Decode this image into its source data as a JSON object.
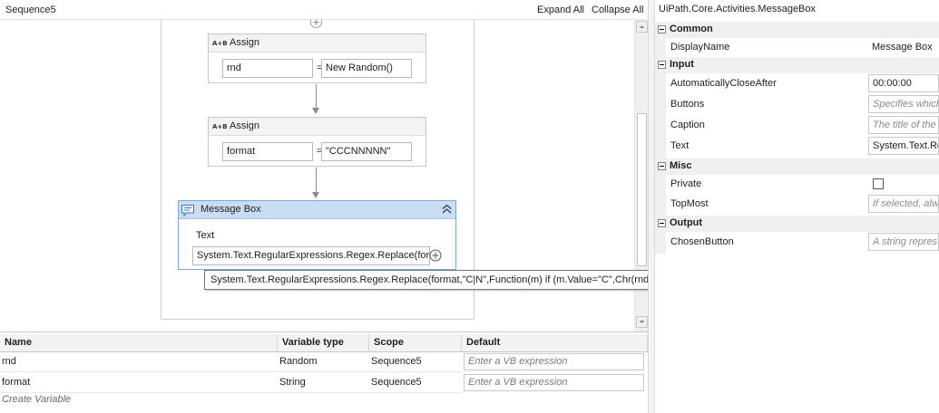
{
  "designer": {
    "title": "Sequence5",
    "expand_all": "Expand All",
    "collapse_all": "Collapse All"
  },
  "assign1": {
    "icon_text": "A+B",
    "title": "Assign",
    "to": "rnd",
    "eq": "=",
    "value": "New Random()"
  },
  "assign2": {
    "icon_text": "A+B",
    "title": "Assign",
    "to": "format",
    "eq": "=",
    "value": "\"CCCNNNNN\""
  },
  "message_box": {
    "title": "Message Box",
    "text_label": "Text",
    "text_value": "System.Text.RegularExpressions.Regex.Replace(format,\"C|N\",Function(m) if (m.Value=\"C\",Chr(rnd.Next(65,90)).ToString ,if(m.Value=\"N\",Chr(rnd.Next(48,57)),\"-\")))"
  },
  "tooltip": "System.Text.RegularExpressions.Regex.Replace(format,\"C|N\",Function(m) if (m.Value=\"C\",Chr(rnd.Next(65,90)).ToString ,if(m.Value=\"N\",Chr(rnd.Next(48,57)),\"-\")))",
  "variables": {
    "headers": [
      "Name",
      "Variable type",
      "Scope",
      "Default"
    ],
    "rows": [
      {
        "name": "rnd",
        "type": "Random",
        "scope": "Sequence5",
        "default_placeholder": "Enter a VB expression"
      },
      {
        "name": "format",
        "type": "String",
        "scope": "Sequence5",
        "default_placeholder": "Enter a VB expression"
      }
    ],
    "create_variable": "Create Variable"
  },
  "properties": {
    "title": "UiPath.Core.Activities.MessageBox",
    "categories": {
      "common": "Common",
      "input": "Input",
      "misc": "Misc",
      "output": "Output"
    },
    "display_name": {
      "label": "DisplayName",
      "value": "Message Box"
    },
    "auto_close": {
      "label": "AutomaticallyCloseAfter",
      "value": "00:00:00"
    },
    "buttons": {
      "label": "Buttons",
      "placeholder": "Specifies which"
    },
    "caption": {
      "label": "Caption",
      "placeholder": "The title of the"
    },
    "text": {
      "label": "Text",
      "value": "System.Text.Re"
    },
    "private": {
      "label": "Private",
      "checked": false
    },
    "topmost": {
      "label": "TopMost",
      "placeholder": "If selected, alw"
    },
    "chosen_button": {
      "label": "ChosenButton",
      "placeholder": "A string repres"
    }
  }
}
